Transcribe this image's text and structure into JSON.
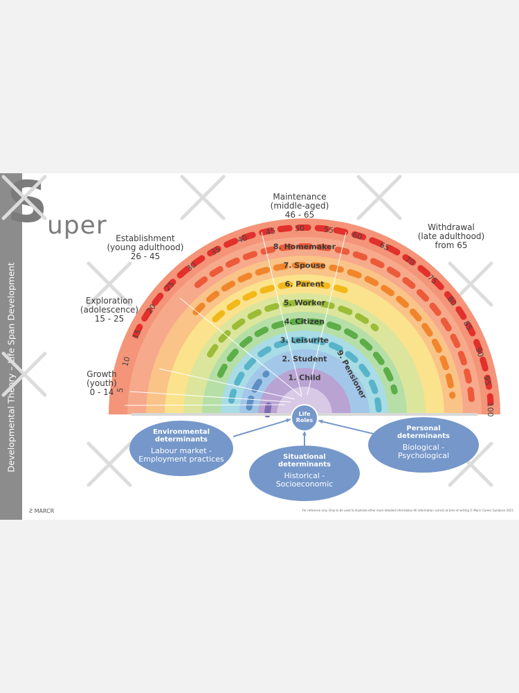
{
  "title": {
    "initial": "S",
    "rest": "uper"
  },
  "side_label": "Developmental Theory – Life Span Development",
  "stages": [
    {
      "lines": [
        "Growth",
        "(youth)",
        "0 - 14"
      ]
    },
    {
      "lines": [
        "Exploration",
        "(adolescence)",
        "15 - 25"
      ]
    },
    {
      "lines": [
        "Establishment",
        "(young adulthood)",
        "26 - 45"
      ]
    },
    {
      "lines": [
        "Maintenance",
        "(middle-aged)",
        "46 - 65"
      ]
    },
    {
      "lines": [
        "Withdrawal",
        "(late adulthood)",
        "from 65"
      ]
    }
  ],
  "ages": [
    "5",
    "10",
    "15",
    "20",
    "25",
    "30",
    "35",
    "40",
    "45",
    "50",
    "55",
    "60",
    "65",
    "70",
    "75",
    "80",
    "85",
    "90",
    "95",
    "100"
  ],
  "roles": [
    {
      "label": "1. Child",
      "color": "#b9a3d3",
      "dash": "#7e6bb0"
    },
    {
      "label": "2. Student",
      "color": "#a3c7e8",
      "dash": "#5e8fc3"
    },
    {
      "label": "3. Leisurite",
      "color": "#a9dce6",
      "dash": "#58b4c8"
    },
    {
      "label": "4. Citizen",
      "color": "#b6dfa8",
      "dash": "#5dae49"
    },
    {
      "label": "5. Worker",
      "color": "#dbe69c",
      "dash": "#9cbc37"
    },
    {
      "label": "6. Parent",
      "color": "#fbe28c",
      "dash": "#f2b81a"
    },
    {
      "label": "7. Spouse",
      "color": "#fac388",
      "dash": "#f1852b"
    },
    {
      "label": "8. Homemaker",
      "color": "#f7a98b",
      "dash": "#ec5a3a"
    },
    {
      "label": "9. Pensioner",
      "color": "#f49478",
      "dash": "#e2302c"
    }
  ],
  "center": {
    "lines": [
      "Life",
      "Roles"
    ]
  },
  "determinants": [
    {
      "title": [
        "Environmental",
        "determinants"
      ],
      "body": [
        "Labour market -",
        "Employment practices"
      ]
    },
    {
      "title": [
        "Situational",
        "determinants"
      ],
      "body": [
        "Historical -",
        "Socioeconomic"
      ]
    },
    {
      "title": [
        "Personal",
        "determinants"
      ],
      "body": [
        "Biological -",
        "Psychological"
      ]
    }
  ],
  "logo": "Ƨ MARCR",
  "disclaimer": "For reference only. Only to be used to illustrate other more detailed information All information correct at time of writing © Marcr Career Guidance 2021",
  "colors": {
    "ellipse": "#7597ca",
    "ellipse_text": "#ffffff",
    "outer_band": "#f28d70",
    "sidebar": "#8c8c8c"
  }
}
